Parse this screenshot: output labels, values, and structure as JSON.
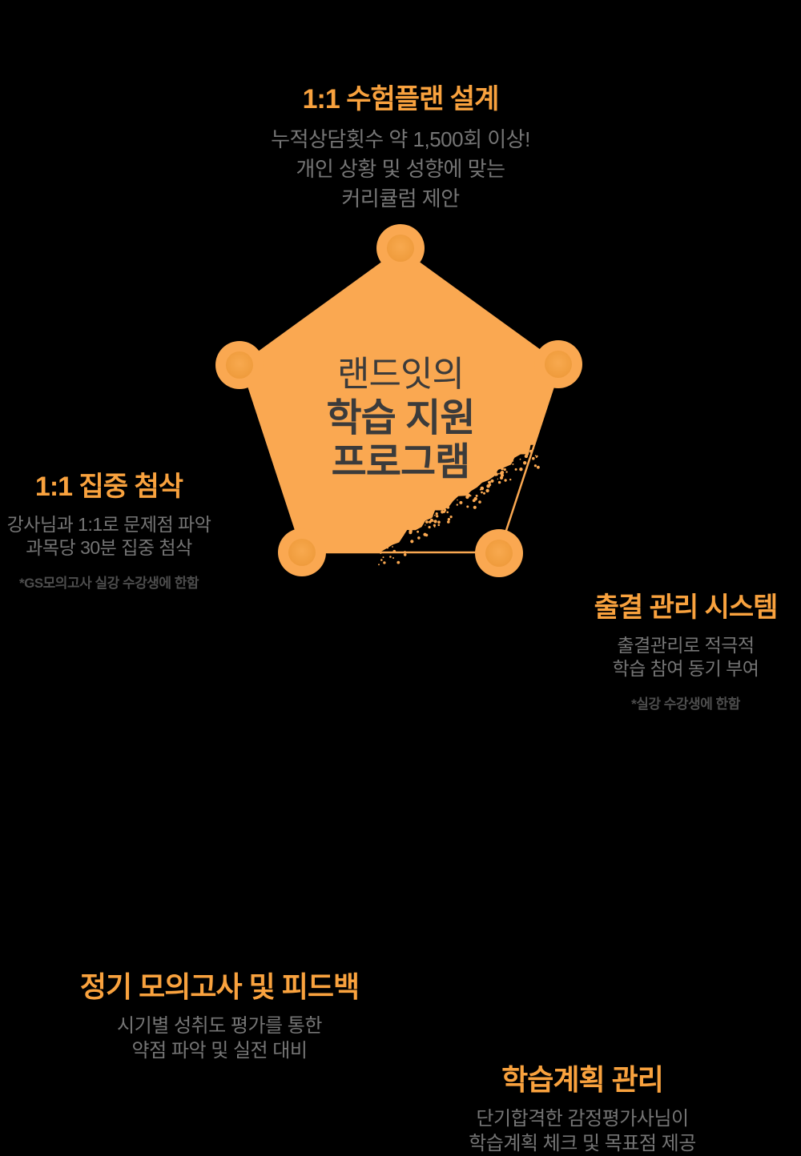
{
  "title_area": {
    "canvas": "infographic",
    "background_color": "#000000"
  },
  "colors": {
    "pentagon_fill": "#FAA851",
    "inner_circle_dark": "#EF9C3D",
    "title_orange": "#F9A23E",
    "body_gray": "#757575",
    "note_gray": "#4D4D4D",
    "center_text": "#3B3B3B"
  },
  "center": {
    "line1": "랜드잇의",
    "line2": "학습 지원",
    "line3": "프로그램"
  },
  "sections": {
    "top": {
      "title": "1:1 수험플랜 설계",
      "body": [
        "누적상담횟수 약 1,500회 이상!",
        "개인 상황 및 성향에 맞는",
        "커리큘럼 제안"
      ]
    },
    "left": {
      "title": "1:1 집중 첨삭",
      "body": [
        "강사님과 1:1로 문제점 파악",
        "과목당 30분 집중 첨삭"
      ],
      "note": "*GS모의고사 실강 수강생에 한함"
    },
    "right": {
      "title": "출결 관리 시스템",
      "body": [
        "출결관리로 적극적",
        "학습 참여 동기 부여"
      ],
      "note": "*실강 수강생에 한함"
    },
    "bottom_left": {
      "title": "정기 모의고사 및 피드백",
      "body": [
        "시기별 성취도 평가를 통한",
        "약점 파악 및 실전 대비"
      ]
    },
    "bottom_right": {
      "title": "학습계획 관리",
      "body": [
        "단기합격한 감정평가사님이",
        "학습계획 체크 및 목표점 제공"
      ]
    }
  }
}
